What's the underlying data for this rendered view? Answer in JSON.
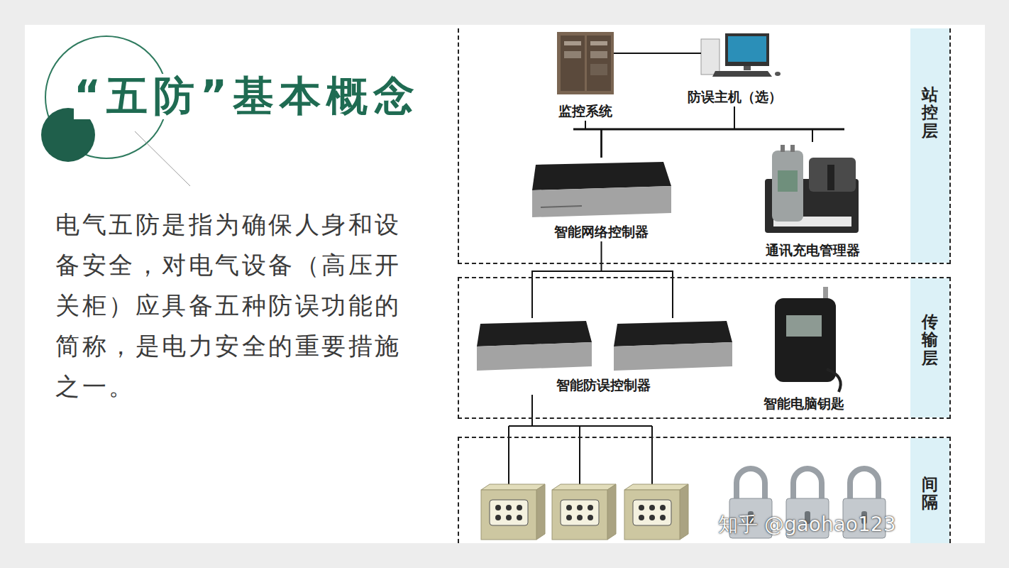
{
  "diagram": {
    "title": "“五防”基本概念",
    "nodes": [
      {
        "text": [
          "站控层"
        ]
      },
      {
        "text": [
          "监控系统"
        ],
        "in": 0
      },
      {
        "text": [
          "防误主机（选）"
        ],
        "in": 0
      },
      {
        "text": [
          "智能网络控制器"
        ],
        "in": 0
      },
      {
        "text": [
          "通讯充电管理器"
        ],
        "in": 0
      },
      {
        "text": [
          "传输层"
        ]
      },
      {
        "text": [
          "智能防误控制器"
        ],
        "in": 5
      },
      {
        "text": [
          "智能电脑钥匙"
        ],
        "in": 5
      },
      {
        "text": [
          "间隔"
        ]
      }
    ],
    "edges": [
      {
        "from": 1,
        "to": 3,
        "arrow": "none"
      },
      {
        "from": 2,
        "to": 3,
        "arrow": "none"
      },
      {
        "from": 3,
        "to": 4,
        "arrow": "none"
      },
      {
        "from": 3,
        "to": 6,
        "arrow": "none"
      }
    ],
    "labels": [
      "电气五防是指为确保人身和设备安全，对电气设备（高压开关柜）应具备五种防误功能的简称，是电力安全的重要措施之一。",
      "知乎 @gaohao123"
    ]
  }
}
